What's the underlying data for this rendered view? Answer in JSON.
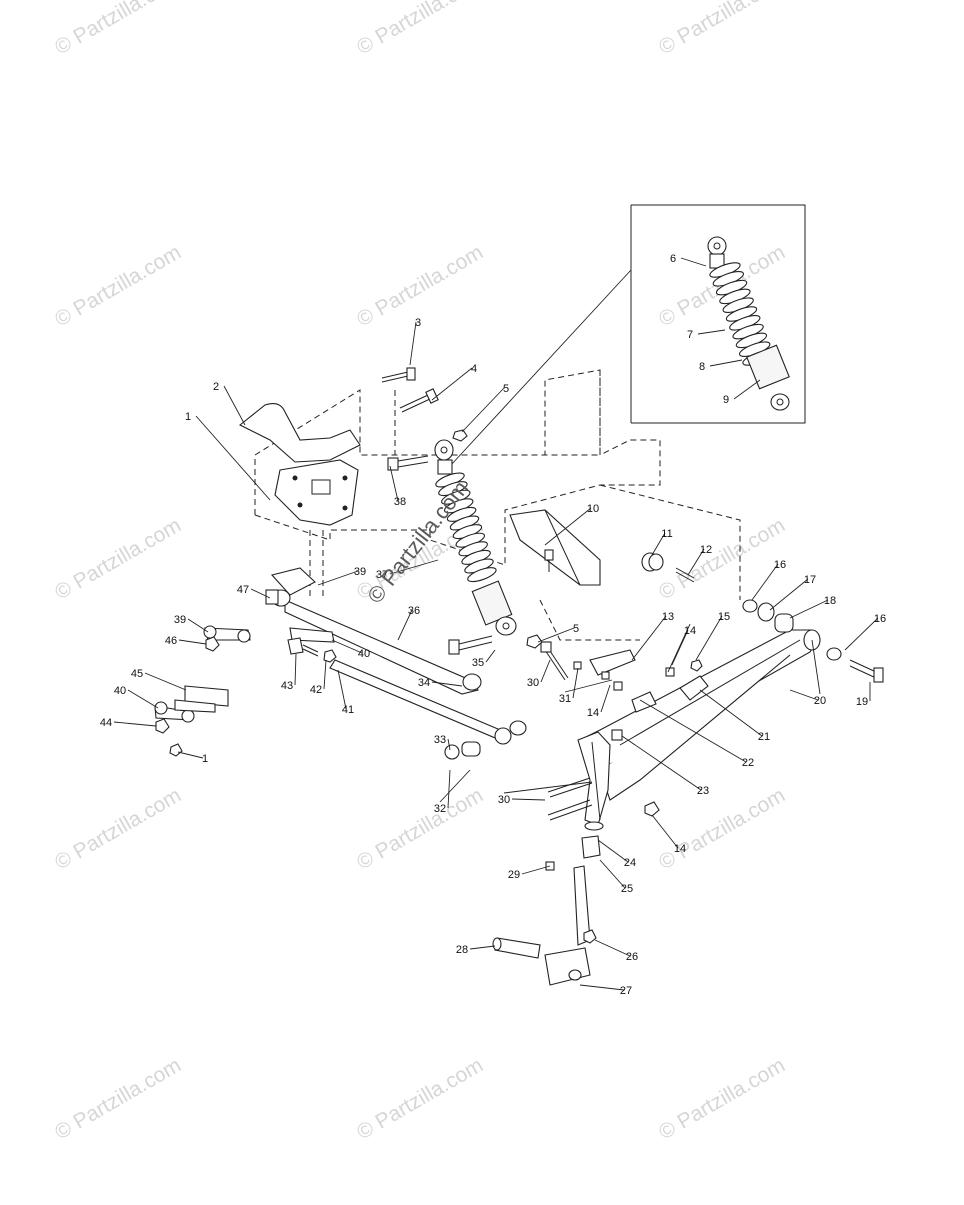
{
  "watermark": {
    "text": "© Partzilla.com"
  },
  "center_watermark": {
    "text": "© Partzilla.com"
  },
  "callouts": [
    {
      "label": "1"
    },
    {
      "label": "2"
    },
    {
      "label": "3"
    },
    {
      "label": "4"
    },
    {
      "label": "5"
    },
    {
      "label": "6"
    },
    {
      "label": "7"
    },
    {
      "label": "8"
    },
    {
      "label": "9"
    },
    {
      "label": "10"
    },
    {
      "label": "11"
    },
    {
      "label": "12"
    },
    {
      "label": "13"
    },
    {
      "label": "14"
    },
    {
      "label": "15"
    },
    {
      "label": "16"
    },
    {
      "label": "17"
    },
    {
      "label": "18"
    },
    {
      "label": "16"
    },
    {
      "label": "19"
    },
    {
      "label": "20"
    },
    {
      "label": "21"
    },
    {
      "label": "22"
    },
    {
      "label": "23"
    },
    {
      "label": "14"
    },
    {
      "label": "14"
    },
    {
      "label": "24"
    },
    {
      "label": "25"
    },
    {
      "label": "29"
    },
    {
      "label": "26"
    },
    {
      "label": "28"
    },
    {
      "label": "27"
    },
    {
      "label": "30"
    },
    {
      "label": "30"
    },
    {
      "label": "31"
    },
    {
      "label": "5"
    },
    {
      "label": "35"
    },
    {
      "label": "34"
    },
    {
      "label": "36"
    },
    {
      "label": "37"
    },
    {
      "label": "38"
    },
    {
      "label": "39"
    },
    {
      "label": "47"
    },
    {
      "label": "39"
    },
    {
      "label": "46"
    },
    {
      "label": "40"
    },
    {
      "label": "43"
    },
    {
      "label": "42"
    },
    {
      "label": "41"
    },
    {
      "label": "45"
    },
    {
      "label": "40"
    },
    {
      "label": "44"
    },
    {
      "label": "1"
    },
    {
      "label": "33"
    },
    {
      "label": "32"
    }
  ]
}
